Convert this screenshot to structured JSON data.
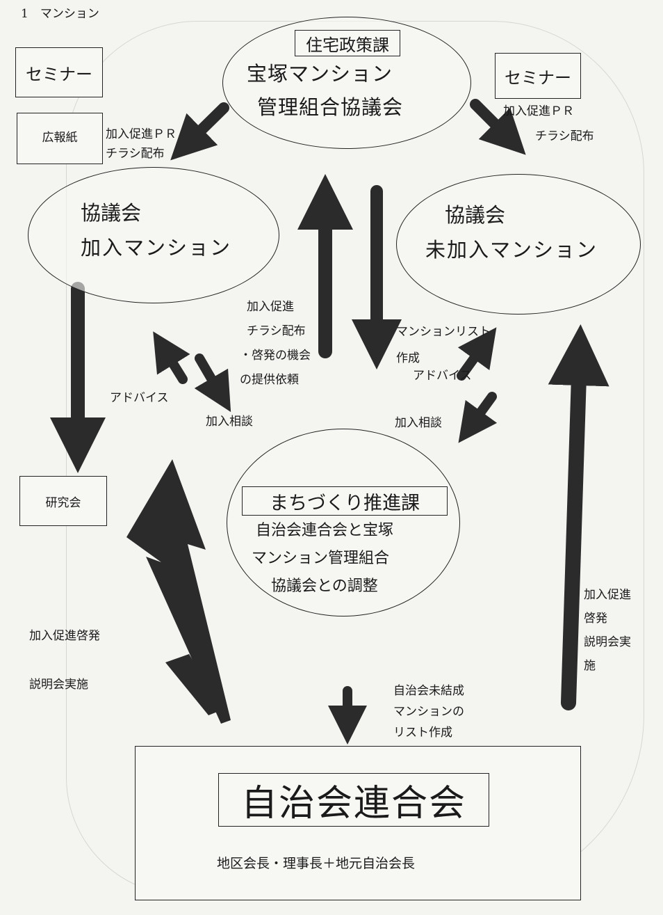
{
  "heading": "1　マンション",
  "seminar_left": "セミナー",
  "seminar_right": "セミナー",
  "kohoshi": "広報紙",
  "top_node": {
    "dept": "住宅政策課",
    "line1": "宝塚マンション",
    "line2": "管理組合協議会"
  },
  "left_pr": {
    "line1": "加入促進ＰＲ",
    "line2": "チラシ配布"
  },
  "right_pr": {
    "line1": "加入促進ＰＲ",
    "line2": "チラシ配布"
  },
  "joined_node": {
    "line1": "協議会",
    "line2": "加入マンション"
  },
  "unjoined_node": {
    "line1": "協議会",
    "line2": "未加入マンション"
  },
  "center_labels": {
    "line1": "加入促進",
    "line2": "チラシ配布",
    "line3": "・啓発の機会",
    "line4": "の提供依頼"
  },
  "list_labels": {
    "line1": "マンションリスト",
    "line2": "作成"
  },
  "advice_left": "アドバイス",
  "advice_right": "アドバイス",
  "consult_left": "加入相談",
  "consult_right": "加入相談",
  "kenkyukai": "研究会",
  "machi_node": {
    "dept": "まちづくり推進課",
    "line1": "自治会連合会と宝塚",
    "line2": "マンション管理組合",
    "line3": "協議会との調整"
  },
  "left_bottom": {
    "line1": "加入促進啓発",
    "line2": "説明会実施"
  },
  "right_bottom": {
    "line1": "加入促進",
    "line2": "啓発",
    "line3": "説明会実",
    "line4": "施"
  },
  "unformed_list": {
    "line1": "自治会未結成",
    "line2": "マンションの",
    "line3": "リスト作成"
  },
  "federation": {
    "title": "自治会連合会",
    "members": "地区会長・理事長＋地元自治会長"
  },
  "colors": {
    "ink": "#222222",
    "arrow": "#2b2b2b",
    "paper": "#f4f4f1"
  }
}
